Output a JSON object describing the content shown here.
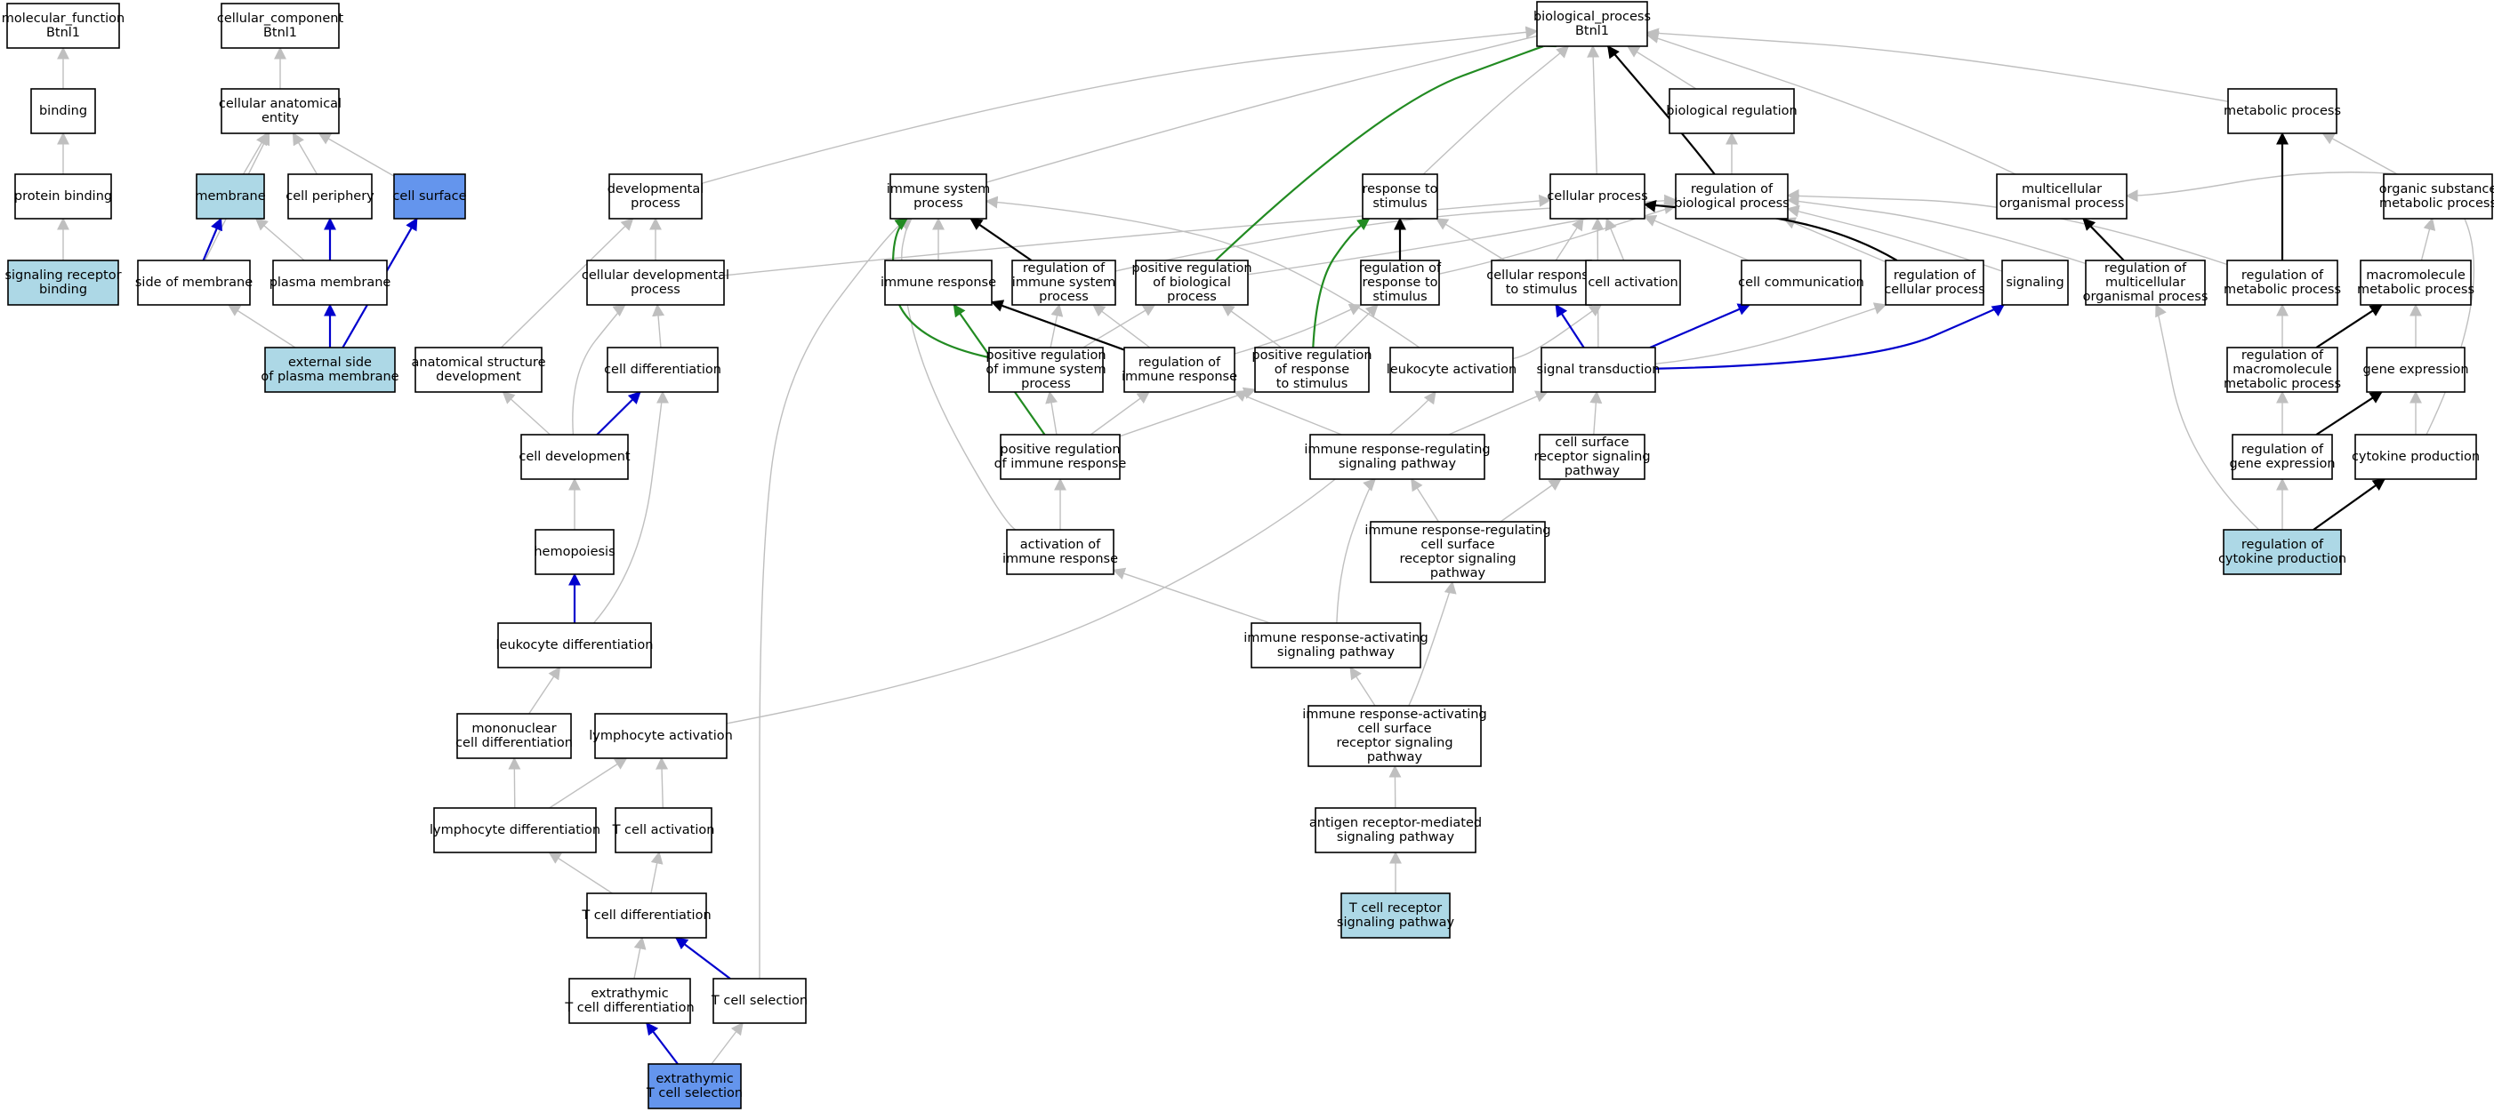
{
  "colors": {
    "default_fill": "#ffffff",
    "query_fill": "#add8e6",
    "annotated_fill": "#6495ed",
    "edge_gray": "#bfbfbf",
    "edge_black": "#000000",
    "edge_blue": "#0000cd",
    "edge_green": "#228b22"
  },
  "nodes": [
    {
      "id": "mf",
      "lines": [
        "molecular_function",
        "Btnl1"
      ],
      "fill": "default"
    },
    {
      "id": "binding",
      "lines": [
        "binding"
      ],
      "fill": "default"
    },
    {
      "id": "protein_binding",
      "lines": [
        "protein binding"
      ],
      "fill": "default"
    },
    {
      "id": "srb",
      "lines": [
        "signaling receptor",
        "binding"
      ],
      "fill": "query"
    },
    {
      "id": "cc",
      "lines": [
        "cellular_component",
        "Btnl1"
      ],
      "fill": "default"
    },
    {
      "id": "cae",
      "lines": [
        "cellular anatomical",
        "entity"
      ],
      "fill": "default"
    },
    {
      "id": "membrane",
      "lines": [
        "membrane"
      ],
      "fill": "query"
    },
    {
      "id": "cell_periphery",
      "lines": [
        "cell periphery"
      ],
      "fill": "default"
    },
    {
      "id": "cell_surface",
      "lines": [
        "cell surface"
      ],
      "fill": "annotated"
    },
    {
      "id": "side_membrane",
      "lines": [
        "side of membrane"
      ],
      "fill": "default"
    },
    {
      "id": "plasma_membrane",
      "lines": [
        "plasma membrane"
      ],
      "fill": "default"
    },
    {
      "id": "ext_side",
      "lines": [
        "external side",
        "of plasma membrane"
      ],
      "fill": "query"
    },
    {
      "id": "bp",
      "lines": [
        "biological_process",
        "Btnl1"
      ],
      "fill": "default"
    },
    {
      "id": "dev_process",
      "lines": [
        "developmental",
        "process"
      ],
      "fill": "default"
    },
    {
      "id": "cell_dev_process",
      "lines": [
        "cellular developmental",
        "process"
      ],
      "fill": "default"
    },
    {
      "id": "anat_struct",
      "lines": [
        "anatomical structure",
        "development"
      ],
      "fill": "default"
    },
    {
      "id": "cell_diff",
      "lines": [
        "cell differentiation"
      ],
      "fill": "default"
    },
    {
      "id": "cell_dev",
      "lines": [
        "cell development"
      ],
      "fill": "default"
    },
    {
      "id": "hemopoiesis",
      "lines": [
        "hemopoiesis"
      ],
      "fill": "default"
    },
    {
      "id": "leuk_diff",
      "lines": [
        "leukocyte differentiation"
      ],
      "fill": "default"
    },
    {
      "id": "mono_diff",
      "lines": [
        "mononuclear",
        "cell differentiation"
      ],
      "fill": "default"
    },
    {
      "id": "lymph_act",
      "lines": [
        "lymphocyte activation"
      ],
      "fill": "default"
    },
    {
      "id": "lymph_diff",
      "lines": [
        "lymphocyte differentiation"
      ],
      "fill": "default"
    },
    {
      "id": "tcell_act",
      "lines": [
        "T cell activation"
      ],
      "fill": "default"
    },
    {
      "id": "tcell_diff",
      "lines": [
        "T cell differentiation"
      ],
      "fill": "default"
    },
    {
      "id": "extra_diff",
      "lines": [
        "extrathymic",
        "T cell differentiation"
      ],
      "fill": "default"
    },
    {
      "id": "tcell_sel",
      "lines": [
        "T cell selection"
      ],
      "fill": "default"
    },
    {
      "id": "extra_sel",
      "lines": [
        "extrathymic",
        "T cell selection"
      ],
      "fill": "annotated"
    },
    {
      "id": "immune_sys",
      "lines": [
        "immune system",
        "process"
      ],
      "fill": "default"
    },
    {
      "id": "immune_resp",
      "lines": [
        "immune response"
      ],
      "fill": "default"
    },
    {
      "id": "reg_immune_sys",
      "lines": [
        "regulation of",
        "immune system",
        "process"
      ],
      "fill": "default"
    },
    {
      "id": "pos_reg_bio",
      "lines": [
        "positive regulation",
        "of biological",
        "process"
      ],
      "fill": "default"
    },
    {
      "id": "pos_reg_immune_sys",
      "lines": [
        "positive regulation",
        "of immune system",
        "process"
      ],
      "fill": "default"
    },
    {
      "id": "reg_immune_resp",
      "lines": [
        "regulation of",
        "immune response"
      ],
      "fill": "default"
    },
    {
      "id": "pos_reg_resp_stim",
      "lines": [
        "positive regulation",
        "of response",
        "to stimulus"
      ],
      "fill": "default"
    },
    {
      "id": "pos_reg_immune_resp",
      "lines": [
        "positive regulation",
        "of immune response"
      ],
      "fill": "default"
    },
    {
      "id": "act_immune_resp",
      "lines": [
        "activation of",
        "immune response"
      ],
      "fill": "default"
    },
    {
      "id": "resp_stim",
      "lines": [
        "response to",
        "stimulus"
      ],
      "fill": "default"
    },
    {
      "id": "reg_resp_stim",
      "lines": [
        "regulation of",
        "response to",
        "stimulus"
      ],
      "fill": "default"
    },
    {
      "id": "leuk_act",
      "lines": [
        "leukocyte activation"
      ],
      "fill": "default"
    },
    {
      "id": "cellular_process",
      "lines": [
        "cellular process"
      ],
      "fill": "default"
    },
    {
      "id": "cell_resp_stim",
      "lines": [
        "cellular response",
        "to stimulus"
      ],
      "fill": "default"
    },
    {
      "id": "cell_activation",
      "lines": [
        "cell activation"
      ],
      "fill": "default"
    },
    {
      "id": "signal_trans",
      "lines": [
        "signal transduction"
      ],
      "fill": "default"
    },
    {
      "id": "cell_surf_rsp",
      "lines": [
        "cell surface",
        "receptor signaling",
        "pathway"
      ],
      "fill": "default"
    },
    {
      "id": "irr_sp",
      "lines": [
        "immune response-regulating",
        "signaling pathway"
      ],
      "fill": "default"
    },
    {
      "id": "irr_cs",
      "lines": [
        "immune response-regulating",
        "cell surface",
        "receptor signaling",
        "pathway"
      ],
      "fill": "default"
    },
    {
      "id": "ira_sp",
      "lines": [
        "immune response-activating",
        "signaling pathway"
      ],
      "fill": "default"
    },
    {
      "id": "ira_cs",
      "lines": [
        "immune response-activating",
        "cell surface",
        "receptor signaling",
        "pathway"
      ],
      "fill": "default"
    },
    {
      "id": "arm_sp",
      "lines": [
        "antigen receptor-mediated",
        "signaling pathway"
      ],
      "fill": "default"
    },
    {
      "id": "tcr_sp",
      "lines": [
        "T cell receptor",
        "signaling pathway"
      ],
      "fill": "query"
    },
    {
      "id": "bio_reg",
      "lines": [
        "biological regulation"
      ],
      "fill": "default"
    },
    {
      "id": "reg_bio_proc",
      "lines": [
        "regulation of",
        "biological process"
      ],
      "fill": "default"
    },
    {
      "id": "cell_comm",
      "lines": [
        "cell communication"
      ],
      "fill": "default"
    },
    {
      "id": "reg_cell_proc",
      "lines": [
        "regulation of",
        "cellular process"
      ],
      "fill": "default"
    },
    {
      "id": "signaling",
      "lines": [
        "signaling"
      ],
      "fill": "default"
    },
    {
      "id": "multicell",
      "lines": [
        "multicellular",
        "organismal process"
      ],
      "fill": "default"
    },
    {
      "id": "reg_multicell",
      "lines": [
        "regulation of",
        "multicellular",
        "organismal process"
      ],
      "fill": "default"
    },
    {
      "id": "metabolic",
      "lines": [
        "metabolic process"
      ],
      "fill": "default"
    },
    {
      "id": "org_subst",
      "lines": [
        "organic substance",
        "metabolic process"
      ],
      "fill": "default"
    },
    {
      "id": "reg_metab",
      "lines": [
        "regulation of",
        "metabolic process"
      ],
      "fill": "default"
    },
    {
      "id": "macromol",
      "lines": [
        "macromolecule",
        "metabolic process"
      ],
      "fill": "default"
    },
    {
      "id": "reg_macro",
      "lines": [
        "regulation of",
        "macromolecule",
        "metabolic process"
      ],
      "fill": "default"
    },
    {
      "id": "gene_expr",
      "lines": [
        "gene expression"
      ],
      "fill": "default"
    },
    {
      "id": "reg_gene_expr",
      "lines": [
        "regulation of",
        "gene expression"
      ],
      "fill": "default"
    },
    {
      "id": "cytokine_prod",
      "lines": [
        "cytokine production"
      ],
      "fill": "default"
    },
    {
      "id": "reg_cytokine",
      "lines": [
        "regulation of",
        "cytokine production"
      ],
      "fill": "query"
    }
  ],
  "edges": [
    {
      "from": "binding",
      "to": "mf",
      "color": "gray"
    },
    {
      "from": "protein_binding",
      "to": "binding",
      "color": "gray"
    },
    {
      "from": "srb",
      "to": "protein_binding",
      "color": "gray"
    },
    {
      "from": "cae",
      "to": "cc",
      "color": "gray"
    },
    {
      "from": "membrane",
      "to": "cae",
      "color": "gray"
    },
    {
      "from": "cell_periphery",
      "to": "cae",
      "color": "gray"
    },
    {
      "from": "cell_surface",
      "to": "cae",
      "color": "gray"
    },
    {
      "from": "side_membrane",
      "to": "cae",
      "color": "gray"
    },
    {
      "from": "side_membrane",
      "to": "membrane",
      "color": "blue"
    },
    {
      "from": "plasma_membrane",
      "to": "membrane",
      "color": "gray"
    },
    {
      "from": "plasma_membrane",
      "to": "cell_periphery",
      "color": "blue"
    },
    {
      "from": "ext_side",
      "to": "side_membrane",
      "color": "gray"
    },
    {
      "from": "ext_side",
      "to": "plasma_membrane",
      "color": "blue"
    },
    {
      "from": "ext_side",
      "to": "cell_surface",
      "color": "blue"
    },
    {
      "from": "dev_process",
      "to": "bp",
      "color": "gray"
    },
    {
      "from": "cell_dev_process",
      "to": "dev_process",
      "color": "gray"
    },
    {
      "from": "cell_dev_process",
      "to": "cellular_process",
      "color": "gray"
    },
    {
      "from": "anat_struct",
      "to": "dev_process",
      "color": "gray"
    },
    {
      "from": "cell_diff",
      "to": "cell_dev_process",
      "color": "gray"
    },
    {
      "from": "cell_dev",
      "to": "cell_dev_process",
      "color": "gray"
    },
    {
      "from": "cell_dev",
      "to": "anat_struct",
      "color": "gray"
    },
    {
      "from": "cell_dev",
      "to": "cell_diff",
      "color": "blue"
    },
    {
      "from": "hemopoiesis",
      "to": "cell_dev",
      "color": "gray"
    },
    {
      "from": "leuk_diff",
      "to": "hemopoiesis",
      "color": "blue"
    },
    {
      "from": "leuk_diff",
      "to": "cell_diff",
      "color": "gray"
    },
    {
      "from": "mono_diff",
      "to": "leuk_diff",
      "color": "gray"
    },
    {
      "from": "lymph_diff",
      "to": "mono_diff",
      "color": "gray"
    },
    {
      "from": "lymph_diff",
      "to": "lymph_act",
      "color": "gray"
    },
    {
      "from": "lymph_act",
      "to": "leuk_act",
      "color": "gray"
    },
    {
      "from": "tcell_act",
      "to": "lymph_act",
      "color": "gray"
    },
    {
      "from": "tcell_diff",
      "to": "lymph_diff",
      "color": "gray"
    },
    {
      "from": "tcell_diff",
      "to": "tcell_act",
      "color": "gray"
    },
    {
      "from": "extra_diff",
      "to": "tcell_diff",
      "color": "gray"
    },
    {
      "from": "tcell_sel",
      "to": "tcell_diff",
      "color": "blue"
    },
    {
      "from": "tcell_sel",
      "to": "immune_sys",
      "color": "gray"
    },
    {
      "from": "extra_sel",
      "to": "extra_diff",
      "color": "blue"
    },
    {
      "from": "extra_sel",
      "to": "tcell_sel",
      "color": "gray"
    },
    {
      "from": "immune_sys",
      "to": "bp",
      "color": "gray"
    },
    {
      "from": "immune_resp",
      "to": "immune_sys",
      "color": "gray"
    },
    {
      "from": "reg_immune_sys",
      "to": "immune_sys",
      "color": "black"
    },
    {
      "from": "reg_immune_sys",
      "to": "reg_bio_proc",
      "color": "gray"
    },
    {
      "from": "pos_reg_bio",
      "to": "bp",
      "color": "green"
    },
    {
      "from": "pos_reg_bio",
      "to": "reg_bio_proc",
      "color": "gray"
    },
    {
      "from": "pos_reg_immune_sys",
      "to": "immune_sys",
      "color": "green"
    },
    {
      "from": "pos_reg_immune_sys",
      "to": "reg_immune_sys",
      "color": "gray"
    },
    {
      "from": "pos_reg_immune_sys",
      "to": "pos_reg_bio",
      "color": "gray"
    },
    {
      "from": "reg_immune_resp",
      "to": "immune_resp",
      "color": "black"
    },
    {
      "from": "reg_immune_resp",
      "to": "reg_immune_sys",
      "color": "gray"
    },
    {
      "from": "reg_immune_resp",
      "to": "reg_resp_stim",
      "color": "gray"
    },
    {
      "from": "pos_reg_resp_stim",
      "to": "resp_stim",
      "color": "green"
    },
    {
      "from": "pos_reg_resp_stim",
      "to": "reg_resp_stim",
      "color": "gray"
    },
    {
      "from": "pos_reg_resp_stim",
      "to": "pos_reg_bio",
      "color": "gray"
    },
    {
      "from": "pos_reg_immune_resp",
      "to": "immune_resp",
      "color": "green"
    },
    {
      "from": "pos_reg_immune_resp",
      "to": "pos_reg_immune_sys",
      "color": "gray"
    },
    {
      "from": "pos_reg_immune_resp",
      "to": "reg_immune_resp",
      "color": "gray"
    },
    {
      "from": "pos_reg_immune_resp",
      "to": "pos_reg_resp_stim",
      "color": "gray"
    },
    {
      "from": "act_immune_resp",
      "to": "pos_reg_immune_resp",
      "color": "gray"
    },
    {
      "from": "act_immune_resp",
      "to": "immune_sys",
      "color": "gray"
    },
    {
      "from": "resp_stim",
      "to": "bp",
      "color": "gray"
    },
    {
      "from": "reg_resp_stim",
      "to": "resp_stim",
      "color": "black"
    },
    {
      "from": "reg_resp_stim",
      "to": "reg_bio_proc",
      "color": "gray"
    },
    {
      "from": "leuk_act",
      "to": "immune_sys",
      "color": "gray"
    },
    {
      "from": "leuk_act",
      "to": "cell_activation",
      "color": "gray"
    },
    {
      "from": "cellular_process",
      "to": "bp",
      "color": "gray"
    },
    {
      "from": "cell_resp_stim",
      "to": "resp_stim",
      "color": "gray"
    },
    {
      "from": "cell_resp_stim",
      "to": "cellular_process",
      "color": "gray"
    },
    {
      "from": "cell_activation",
      "to": "cellular_process",
      "color": "gray"
    },
    {
      "from": "signal_trans",
      "to": "cell_resp_stim",
      "color": "blue"
    },
    {
      "from": "signal_trans",
      "to": "cell_comm",
      "color": "blue"
    },
    {
      "from": "signal_trans",
      "to": "signaling",
      "color": "blue"
    },
    {
      "from": "signal_trans",
      "to": "cellular_process",
      "color": "gray"
    },
    {
      "from": "signal_trans",
      "to": "reg_cell_proc",
      "color": "gray"
    },
    {
      "from": "cell_surf_rsp",
      "to": "signal_trans",
      "color": "gray"
    },
    {
      "from": "irr_sp",
      "to": "reg_immune_resp",
      "color": "gray"
    },
    {
      "from": "irr_sp",
      "to": "signal_trans",
      "color": "gray"
    },
    {
      "from": "irr_cs",
      "to": "irr_sp",
      "color": "gray"
    },
    {
      "from": "irr_cs",
      "to": "cell_surf_rsp",
      "color": "gray"
    },
    {
      "from": "ira_sp",
      "to": "act_immune_resp",
      "color": "gray"
    },
    {
      "from": "ira_sp",
      "to": "irr_sp",
      "color": "gray"
    },
    {
      "from": "ira_cs",
      "to": "ira_sp",
      "color": "gray"
    },
    {
      "from": "ira_cs",
      "to": "irr_cs",
      "color": "gray"
    },
    {
      "from": "arm_sp",
      "to": "ira_cs",
      "color": "gray"
    },
    {
      "from": "tcr_sp",
      "to": "arm_sp",
      "color": "gray"
    },
    {
      "from": "bio_reg",
      "to": "bp",
      "color": "gray"
    },
    {
      "from": "reg_bio_proc",
      "to": "bio_reg",
      "color": "gray"
    },
    {
      "from": "reg_bio_proc",
      "to": "bp",
      "color": "black"
    },
    {
      "from": "cell_comm",
      "to": "cellular_process",
      "color": "gray"
    },
    {
      "from": "reg_cell_proc",
      "to": "cellular_process",
      "color": "black"
    },
    {
      "from": "reg_cell_proc",
      "to": "reg_bio_proc",
      "color": "gray"
    },
    {
      "from": "signaling",
      "to": "reg_bio_proc",
      "color": "gray"
    },
    {
      "from": "multicell",
      "to": "bp",
      "color": "gray"
    },
    {
      "from": "reg_multicell",
      "to": "multicell",
      "color": "black"
    },
    {
      "from": "reg_multicell",
      "to": "reg_bio_proc",
      "color": "gray"
    },
    {
      "from": "metabolic",
      "to": "bp",
      "color": "gray"
    },
    {
      "from": "org_subst",
      "to": "metabolic",
      "color": "gray"
    },
    {
      "from": "reg_metab",
      "to": "metabolic",
      "color": "black"
    },
    {
      "from": "reg_metab",
      "to": "reg_bio_proc",
      "color": "gray"
    },
    {
      "from": "macromol",
      "to": "org_subst",
      "color": "gray"
    },
    {
      "from": "reg_macro",
      "to": "reg_metab",
      "color": "gray"
    },
    {
      "from": "reg_macro",
      "to": "macromol",
      "color": "black"
    },
    {
      "from": "gene_expr",
      "to": "macromol",
      "color": "gray"
    },
    {
      "from": "reg_gene_expr",
      "to": "reg_macro",
      "color": "gray"
    },
    {
      "from": "reg_gene_expr",
      "to": "gene_expr",
      "color": "black"
    },
    {
      "from": "cytokine_prod",
      "to": "gene_expr",
      "color": "gray"
    },
    {
      "from": "cytokine_prod",
      "to": "multicell",
      "color": "gray"
    },
    {
      "from": "reg_cytokine",
      "to": "reg_gene_expr",
      "color": "gray"
    },
    {
      "from": "reg_cytokine",
      "to": "cytokine_prod",
      "color": "black"
    },
    {
      "from": "reg_cytokine",
      "to": "reg_multicell",
      "color": "gray"
    }
  ]
}
